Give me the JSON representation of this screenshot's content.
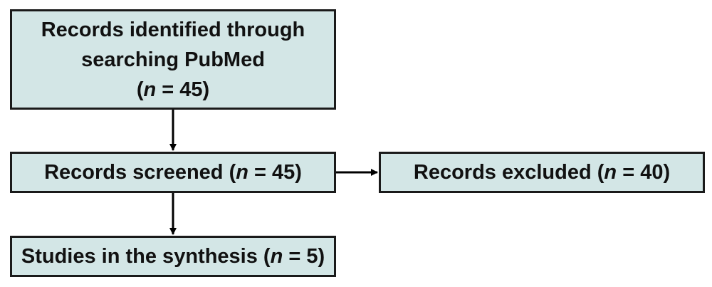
{
  "boxes": {
    "identified": {
      "line1": "Records identified through",
      "line2": "searching PubMed",
      "count_open": "(",
      "count_var": "n",
      "count_value": " = 45)"
    },
    "screened": {
      "text": "Records screened (",
      "count_var": "n",
      "count_value": " = 45)"
    },
    "excluded": {
      "text": "Records excluded (",
      "count_var": "n",
      "count_value": " = 40)"
    },
    "synthesis": {
      "text": "Studies in the synthesis (",
      "count_var": "n",
      "count_value": " = 5)"
    }
  },
  "colors": {
    "box_fill": "#d3e6e6",
    "box_border": "#1a1a1a",
    "arrow": "#000000"
  }
}
